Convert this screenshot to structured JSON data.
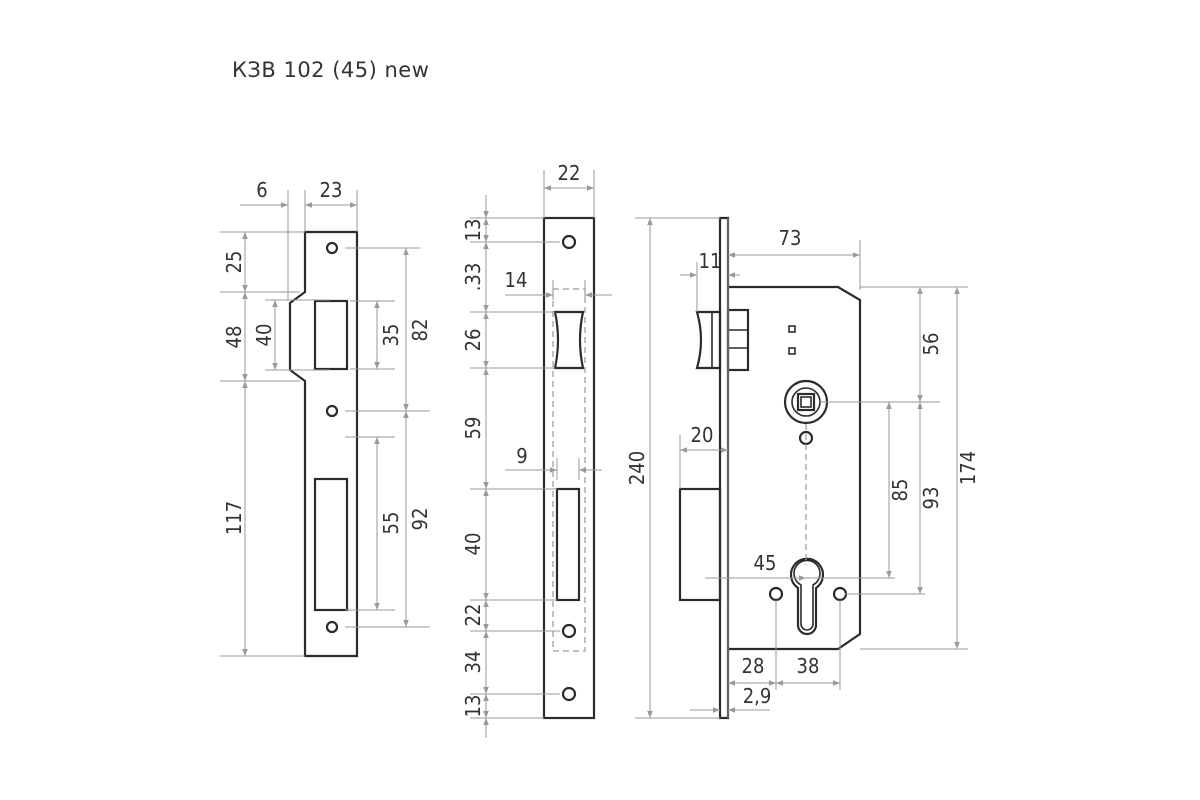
{
  "title": "КЗВ 102 (45) new",
  "views": {
    "strike_plate": {
      "dimensions": [
        "6",
        "23",
        "25",
        "48",
        "40",
        "35",
        "82",
        "117",
        "55",
        "92"
      ]
    },
    "faceplate": {
      "dimensions": [
        "22",
        "13",
        ".33",
        "14",
        "26",
        "59",
        "9",
        "40",
        "22",
        "34",
        "13"
      ]
    },
    "lock_body": {
      "dimensions": [
        "240",
        "73",
        "11",
        "20",
        "56",
        "85",
        "93",
        "174",
        "45",
        "28",
        "38",
        "2,9"
      ]
    }
  }
}
